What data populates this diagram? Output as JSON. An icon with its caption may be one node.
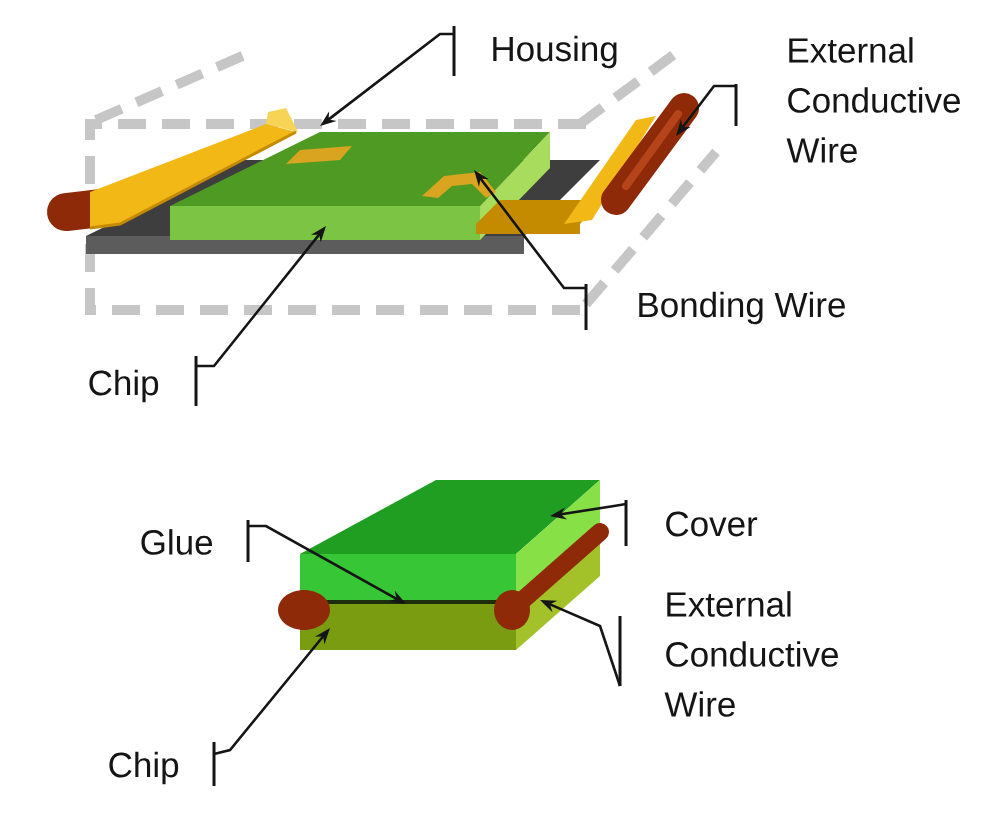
{
  "diagram": {
    "nodes": [
      {
        "text": [
          "Housing"
        ]
      },
      {
        "text": [
          "External Conductive Wire"
        ]
      },
      {
        "text": [
          "Bonding Wire"
        ]
      },
      {
        "text": [
          "Chip"
        ]
      },
      {
        "text": [
          "Glue"
        ]
      },
      {
        "text": [
          "Cover"
        ]
      },
      {
        "text": [
          "External Conductive Wire"
        ]
      },
      {
        "text": [
          "Chip"
        ]
      }
    ],
    "edges": [
      {
        "from": 0,
        "to": null,
        "arrow": "to"
      },
      {
        "from": 1,
        "to": null,
        "arrow": "to"
      },
      {
        "from": 2,
        "to": null,
        "arrow": "to"
      },
      {
        "from": 3,
        "to": null,
        "arrow": "to"
      },
      {
        "from": 4,
        "to": null,
        "arrow": "to"
      },
      {
        "from": 5,
        "to": null,
        "arrow": "to"
      },
      {
        "from": 6,
        "to": null,
        "arrow": "to"
      },
      {
        "from": 7,
        "to": null,
        "arrow": "to"
      }
    ]
  }
}
